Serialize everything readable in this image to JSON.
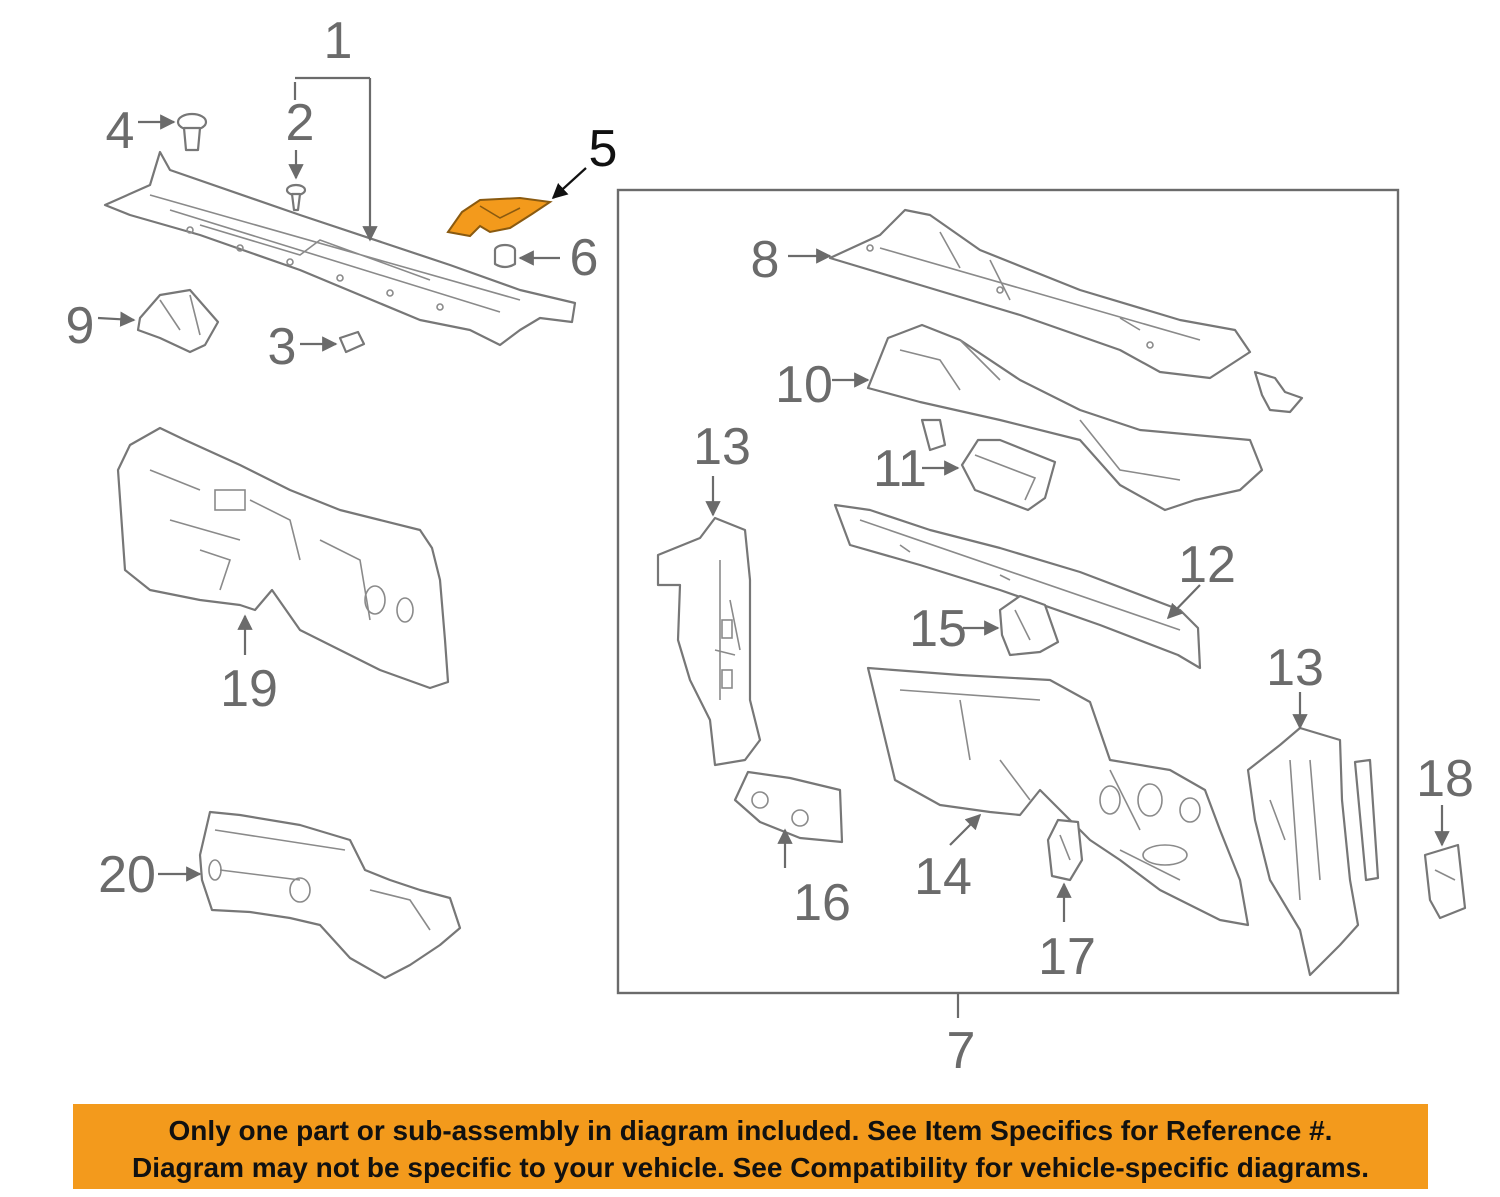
{
  "diagram": {
    "callouts": {
      "c1": "1",
      "c2": "2",
      "c3": "3",
      "c4": "4",
      "c5": "5",
      "c6": "6",
      "c7": "7",
      "c8": "8",
      "c9": "9",
      "c10": "10",
      "c11": "11",
      "c12": "12",
      "c13a": "13",
      "c13b": "13",
      "c14": "14",
      "c15": "15",
      "c16": "16",
      "c17": "17",
      "c18": "18",
      "c19": "19",
      "c20": "20"
    },
    "highlighted_part": "5",
    "colors": {
      "highlight": "#f39a1c",
      "line": "#777777",
      "banner": "#f39a1c"
    }
  },
  "banner": {
    "line1": "Only one part or sub-assembly in diagram included. See Item Specifics for Reference #.",
    "line2": "Diagram may not be specific to your vehicle. See Compatibility for vehicle-specific diagrams."
  }
}
